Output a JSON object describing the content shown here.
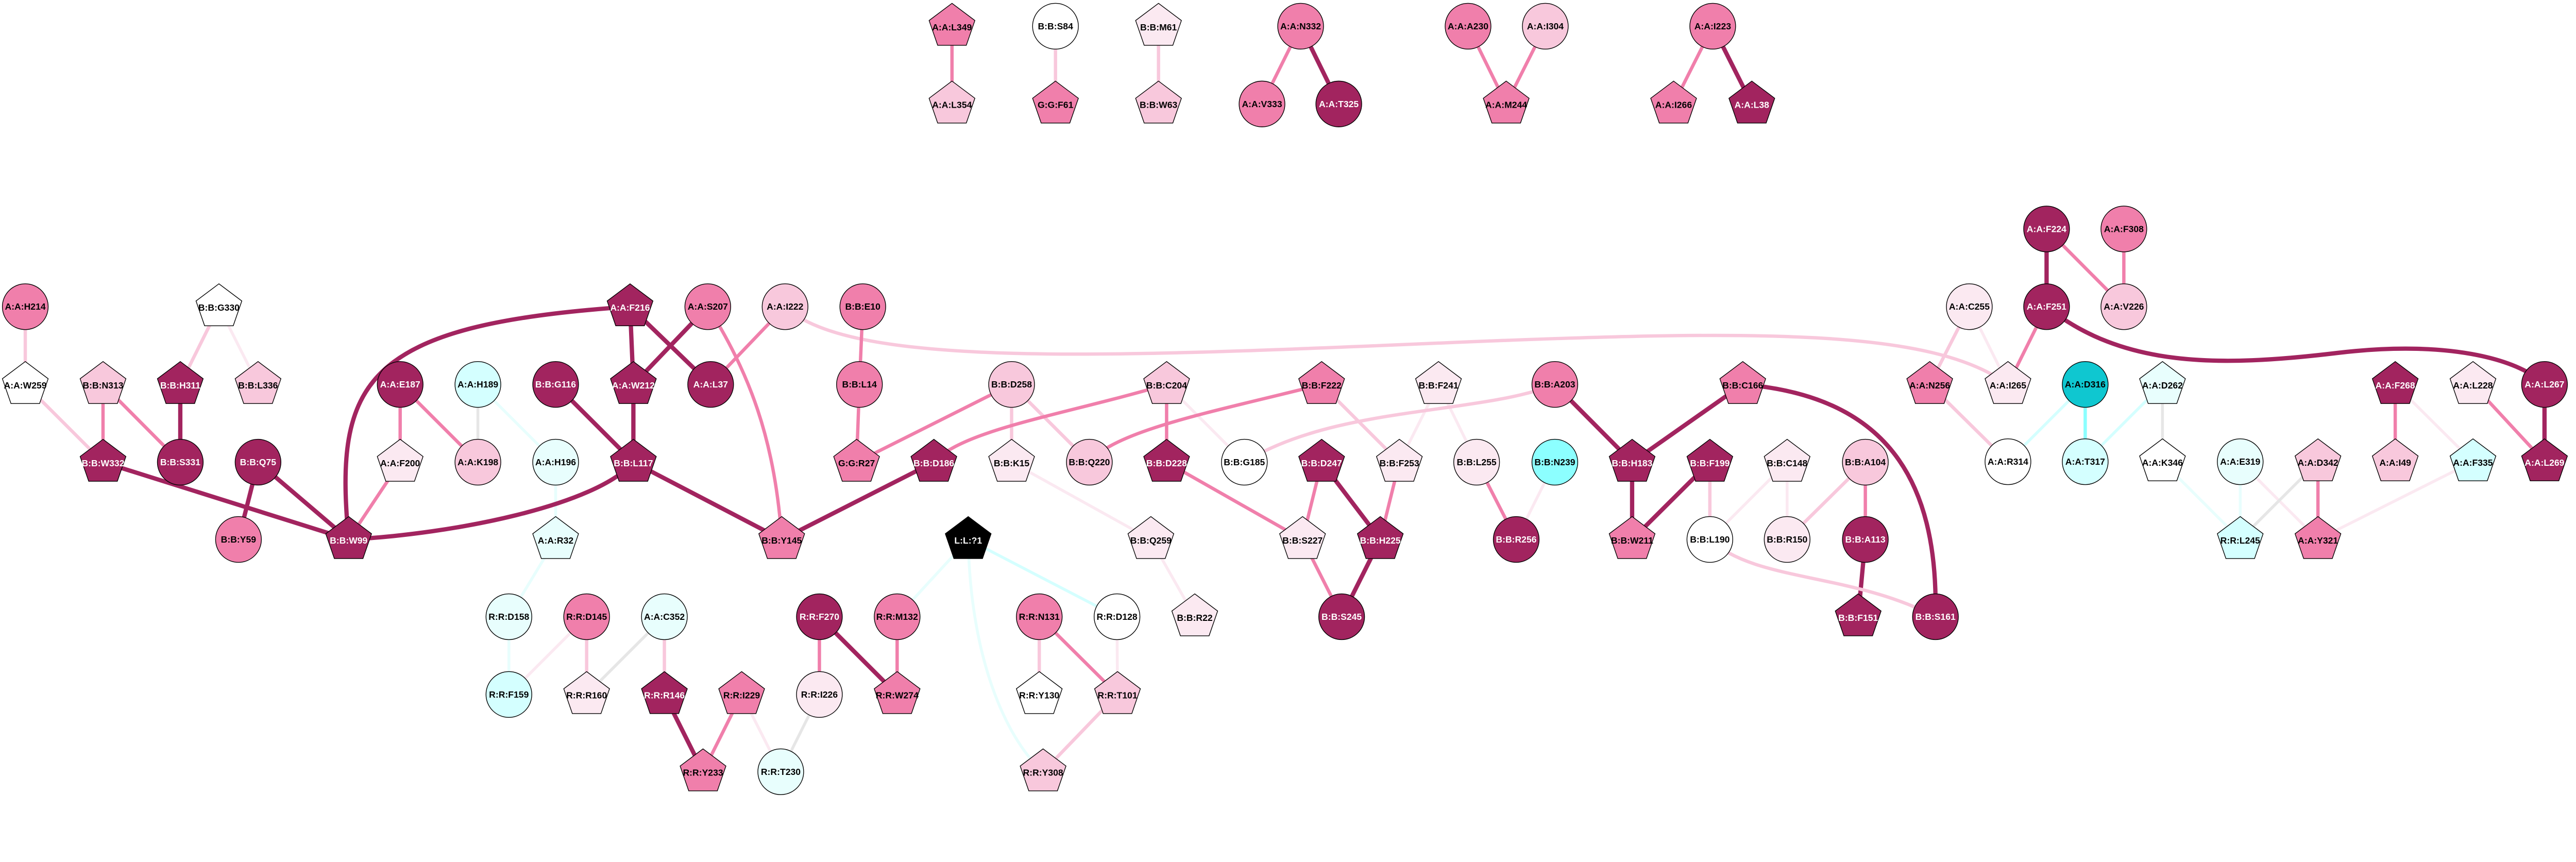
{
  "palette": {
    "D": "#a2245f",
    "P": "#f07fab",
    "L": "#f8c8dc",
    "V": "#fbe9f1",
    "W": "#ffffff",
    "C": "#d4ffff",
    "CV": "#e8fefd",
    "CB": "#8cffff",
    "CT": "#0fc7d0",
    "K": "#000000",
    "G": "#e6e6e6"
  },
  "nodes": [
    {
      "label": "A:A:L349",
      "shape": "pentagon",
      "fill": "P"
    },
    {
      "label": "A:A:L354",
      "shape": "pentagon",
      "fill": "L"
    },
    {
      "label": "B:B:S84",
      "shape": "ellipse",
      "fill": "W"
    },
    {
      "label": "G:G:F61",
      "shape": "pentagon",
      "fill": "P"
    },
    {
      "label": "B:B:M61",
      "shape": "pentagon",
      "fill": "V"
    },
    {
      "label": "B:B:W63",
      "shape": "pentagon",
      "fill": "L"
    },
    {
      "label": "A:A:N332",
      "shape": "ellipse",
      "fill": "P"
    },
    {
      "label": "A:A:V333",
      "shape": "ellipse",
      "fill": "P"
    },
    {
      "label": "A:A:T325",
      "shape": "ellipse",
      "fill": "D"
    },
    {
      "label": "A:A:A230",
      "shape": "ellipse",
      "fill": "P"
    },
    {
      "label": "A:A:I304",
      "shape": "ellipse",
      "fill": "L"
    },
    {
      "label": "A:A:M244",
      "shape": "pentagon",
      "fill": "P"
    },
    {
      "label": "A:A:I223",
      "shape": "ellipse",
      "fill": "P"
    },
    {
      "label": "A:A:I266",
      "shape": "pentagon",
      "fill": "P"
    },
    {
      "label": "A:A:L38",
      "shape": "pentagon",
      "fill": "D"
    },
    {
      "label": "A:A:H214",
      "shape": "ellipse",
      "fill": "P"
    },
    {
      "label": "A:A:W259",
      "shape": "pentagon",
      "fill": "W"
    },
    {
      "label": "B:B:G330",
      "shape": "pentagon",
      "fill": "W"
    },
    {
      "label": "B:B:N313",
      "shape": "pentagon",
      "fill": "L"
    },
    {
      "label": "B:B:H311",
      "shape": "pentagon",
      "fill": "D"
    },
    {
      "label": "B:B:L336",
      "shape": "pentagon",
      "fill": "L"
    },
    {
      "label": "B:B:W332",
      "shape": "pentagon",
      "fill": "D"
    },
    {
      "label": "B:B:S331",
      "shape": "ellipse",
      "fill": "D"
    },
    {
      "label": "B:B:Q75",
      "shape": "ellipse",
      "fill": "D"
    },
    {
      "label": "B:B:Y59",
      "shape": "ellipse",
      "fill": "P"
    },
    {
      "label": "B:B:W99",
      "shape": "pentagon",
      "fill": "D"
    },
    {
      "label": "A:A:E187",
      "shape": "ellipse",
      "fill": "D"
    },
    {
      "label": "A:A:F200",
      "shape": "pentagon",
      "fill": "V"
    },
    {
      "label": "A:A:H189",
      "shape": "ellipse",
      "fill": "C"
    },
    {
      "label": "A:A:K198",
      "shape": "ellipse",
      "fill": "L"
    },
    {
      "label": "B:B:G116",
      "shape": "ellipse",
      "fill": "D"
    },
    {
      "label": "A:A:H196",
      "shape": "ellipse",
      "fill": "CV"
    },
    {
      "label": "A:A:R32",
      "shape": "pentagon",
      "fill": "CV"
    },
    {
      "label": "A:A:F216",
      "shape": "pentagon",
      "fill": "D"
    },
    {
      "label": "A:A:W212",
      "shape": "pentagon",
      "fill": "D"
    },
    {
      "label": "B:B:L117",
      "shape": "pentagon",
      "fill": "D"
    },
    {
      "label": "A:A:S207",
      "shape": "ellipse",
      "fill": "P"
    },
    {
      "label": "A:A:L37",
      "shape": "ellipse",
      "fill": "D"
    },
    {
      "label": "A:A:I222",
      "shape": "ellipse",
      "fill": "L"
    },
    {
      "label": "B:B:Y145",
      "shape": "pentagon",
      "fill": "P"
    },
    {
      "label": "B:B:E10",
      "shape": "ellipse",
      "fill": "P"
    },
    {
      "label": "B:B:L14",
      "shape": "ellipse",
      "fill": "P"
    },
    {
      "label": "G:G:R27",
      "shape": "pentagon",
      "fill": "P"
    },
    {
      "label": "B:B:D186",
      "shape": "pentagon",
      "fill": "D"
    },
    {
      "label": "B:B:D258",
      "shape": "ellipse",
      "fill": "L"
    },
    {
      "label": "B:B:K15",
      "shape": "pentagon",
      "fill": "V"
    },
    {
      "label": "B:B:Q220",
      "shape": "ellipse",
      "fill": "L"
    },
    {
      "label": "B:B:C204",
      "shape": "pentagon",
      "fill": "L"
    },
    {
      "label": "B:B:D228",
      "shape": "pentagon",
      "fill": "D"
    },
    {
      "label": "B:B:G185",
      "shape": "ellipse",
      "fill": "W"
    },
    {
      "label": "B:B:F222",
      "shape": "pentagon",
      "fill": "P"
    },
    {
      "label": "B:B:D247",
      "shape": "pentagon",
      "fill": "D"
    },
    {
      "label": "B:B:F241",
      "shape": "pentagon",
      "fill": "V"
    },
    {
      "label": "B:B:F253",
      "shape": "pentagon",
      "fill": "V"
    },
    {
      "label": "B:B:L255",
      "shape": "ellipse",
      "fill": "V"
    },
    {
      "label": "B:B:A203",
      "shape": "ellipse",
      "fill": "P"
    },
    {
      "label": "B:B:N239",
      "shape": "ellipse",
      "fill": "CB"
    },
    {
      "label": "B:B:C166",
      "shape": "pentagon",
      "fill": "P"
    },
    {
      "label": "B:B:H183",
      "shape": "pentagon",
      "fill": "D"
    },
    {
      "label": "B:B:F199",
      "shape": "pentagon",
      "fill": "D"
    },
    {
      "label": "B:B:C148",
      "shape": "pentagon",
      "fill": "V"
    },
    {
      "label": "B:B:A104",
      "shape": "ellipse",
      "fill": "L"
    },
    {
      "label": "L:L:?1",
      "shape": "pentagon",
      "fill": "K"
    },
    {
      "label": "B:B:Q259",
      "shape": "pentagon",
      "fill": "V"
    },
    {
      "label": "B:B:S227",
      "shape": "pentagon",
      "fill": "V"
    },
    {
      "label": "B:B:H225",
      "shape": "pentagon",
      "fill": "D"
    },
    {
      "label": "B:B:R256",
      "shape": "ellipse",
      "fill": "D"
    },
    {
      "label": "B:B:W211",
      "shape": "pentagon",
      "fill": "P"
    },
    {
      "label": "B:B:L190",
      "shape": "ellipse",
      "fill": "W"
    },
    {
      "label": "B:B:R150",
      "shape": "ellipse",
      "fill": "V"
    },
    {
      "label": "B:B:A113",
      "shape": "ellipse",
      "fill": "D"
    },
    {
      "label": "B:B:S245",
      "shape": "ellipse",
      "fill": "D"
    },
    {
      "label": "B:B:F151",
      "shape": "pentagon",
      "fill": "D"
    },
    {
      "label": "B:B:S161",
      "shape": "ellipse",
      "fill": "D"
    },
    {
      "label": "R:R:D158",
      "shape": "ellipse",
      "fill": "CV"
    },
    {
      "label": "R:R:D145",
      "shape": "ellipse",
      "fill": "P"
    },
    {
      "label": "A:A:C352",
      "shape": "ellipse",
      "fill": "CV"
    },
    {
      "label": "R:R:F270",
      "shape": "ellipse",
      "fill": "D"
    },
    {
      "label": "R:R:M132",
      "shape": "ellipse",
      "fill": "P"
    },
    {
      "label": "R:R:N131",
      "shape": "ellipse",
      "fill": "P"
    },
    {
      "label": "R:R:D128",
      "shape": "ellipse",
      "fill": "W"
    },
    {
      "label": "B:B:R22",
      "shape": "pentagon",
      "fill": "V"
    },
    {
      "label": "R:R:F159",
      "shape": "ellipse",
      "fill": "C"
    },
    {
      "label": "R:R:R160",
      "shape": "pentagon",
      "fill": "V"
    },
    {
      "label": "R:R:R146",
      "shape": "pentagon",
      "fill": "D"
    },
    {
      "label": "R:R:I229",
      "shape": "pentagon",
      "fill": "P"
    },
    {
      "label": "R:R:I226",
      "shape": "ellipse",
      "fill": "V"
    },
    {
      "label": "R:R:W274",
      "shape": "pentagon",
      "fill": "P"
    },
    {
      "label": "R:R:Y130",
      "shape": "pentagon",
      "fill": "W"
    },
    {
      "label": "R:R:T101",
      "shape": "pentagon",
      "fill": "L"
    },
    {
      "label": "R:R:Y233",
      "shape": "pentagon",
      "fill": "P"
    },
    {
      "label": "R:R:T230",
      "shape": "ellipse",
      "fill": "CV"
    },
    {
      "label": "R:R:Y308",
      "shape": "pentagon",
      "fill": "L"
    },
    {
      "label": "A:A:F224",
      "shape": "ellipse",
      "fill": "D"
    },
    {
      "label": "A:A:F308",
      "shape": "ellipse",
      "fill": "P"
    },
    {
      "label": "A:A:C255",
      "shape": "ellipse",
      "fill": "V"
    },
    {
      "label": "A:A:F251",
      "shape": "ellipse",
      "fill": "D"
    },
    {
      "label": "A:A:V226",
      "shape": "ellipse",
      "fill": "L"
    },
    {
      "label": "A:A:N256",
      "shape": "pentagon",
      "fill": "P"
    },
    {
      "label": "A:A:I265",
      "shape": "pentagon",
      "fill": "V"
    },
    {
      "label": "A:A:D316",
      "shape": "ellipse",
      "fill": "CT"
    },
    {
      "label": "A:A:D262",
      "shape": "pentagon",
      "fill": "CV"
    },
    {
      "label": "A:A:F268",
      "shape": "pentagon",
      "fill": "D"
    },
    {
      "label": "A:A:L228",
      "shape": "pentagon",
      "fill": "V"
    },
    {
      "label": "A:A:L267",
      "shape": "ellipse",
      "fill": "D"
    },
    {
      "label": "A:A:R314",
      "shape": "ellipse",
      "fill": "W"
    },
    {
      "label": "A:A:T317",
      "shape": "ellipse",
      "fill": "C"
    },
    {
      "label": "A:A:K346",
      "shape": "pentagon",
      "fill": "W"
    },
    {
      "label": "A:A:E319",
      "shape": "ellipse",
      "fill": "CV"
    },
    {
      "label": "A:A:D342",
      "shape": "pentagon",
      "fill": "L"
    },
    {
      "label": "A:A:I49",
      "shape": "pentagon",
      "fill": "L"
    },
    {
      "label": "A:A:F335",
      "shape": "pentagon",
      "fill": "C"
    },
    {
      "label": "A:A:L269",
      "shape": "pentagon",
      "fill": "D"
    },
    {
      "label": "R:R:L245",
      "shape": "pentagon",
      "fill": "C"
    },
    {
      "label": "A:A:Y321",
      "shape": "pentagon",
      "fill": "P"
    }
  ],
  "edges": [
    [
      "A:A:L349",
      "A:A:L354",
      "P"
    ],
    [
      "B:B:S84",
      "G:G:F61",
      "L"
    ],
    [
      "B:B:M61",
      "B:B:W63",
      "L"
    ],
    [
      "A:A:N332",
      "A:A:V333",
      "P"
    ],
    [
      "A:A:N332",
      "A:A:T325",
      "D"
    ],
    [
      "A:A:A230",
      "A:A:M244",
      "P"
    ],
    [
      "A:A:I304",
      "A:A:M244",
      "P"
    ],
    [
      "A:A:I223",
      "A:A:I266",
      "P"
    ],
    [
      "A:A:I223",
      "A:A:L38",
      "D"
    ],
    [
      "A:A:H214",
      "A:A:W259",
      "L"
    ],
    [
      "B:B:G330",
      "B:B:H311",
      "L"
    ],
    [
      "B:B:G330",
      "B:B:L336",
      "V"
    ],
    [
      "B:B:N313",
      "B:B:W332",
      "P"
    ],
    [
      "B:B:N313",
      "B:B:S331",
      "P"
    ],
    [
      "B:B:H311",
      "B:B:S331",
      "D"
    ],
    [
      "A:A:W259",
      "B:B:W332",
      "L"
    ],
    [
      "B:B:W332",
      "B:B:W99",
      "D"
    ],
    [
      "B:B:Q75",
      "B:B:Y59",
      "D"
    ],
    [
      "B:B:Q75",
      "B:B:W99",
      "D"
    ],
    [
      "A:A:E187",
      "A:A:F200",
      "P"
    ],
    [
      "A:A:E187",
      "A:A:K198",
      "P"
    ],
    [
      "A:A:F200",
      "B:B:W99",
      "P"
    ],
    [
      "A:A:H189",
      "A:A:K198",
      "G"
    ],
    [
      "A:A:H189",
      "A:A:H196",
      "CV"
    ],
    [
      "B:B:G116",
      "B:B:L117",
      "D"
    ],
    [
      "A:A:H196",
      "A:A:R32",
      "CV"
    ],
    [
      "A:A:F216",
      "A:A:W212",
      "D"
    ],
    [
      "A:A:F216",
      "A:A:L37",
      "D"
    ],
    [
      "A:A:S207",
      "A:A:W212",
      "D"
    ],
    [
      "A:A:I222",
      "A:A:L37",
      "P"
    ],
    [
      "A:A:W212",
      "B:B:L117",
      "D"
    ],
    [
      "A:A:F216",
      "B:B:W99",
      "D"
    ],
    [
      "B:B:L117",
      "B:B:W99",
      "D"
    ],
    [
      "B:B:L117",
      "B:B:Y145",
      "D"
    ],
    [
      "A:A:S207",
      "B:B:Y145",
      "P"
    ],
    [
      "A:A:I222",
      "A:A:I265",
      "L"
    ],
    [
      "B:B:E10",
      "B:B:L14",
      "P"
    ],
    [
      "B:B:L14",
      "G:G:R27",
      "P"
    ],
    [
      "B:B:D258",
      "G:G:R27",
      "P"
    ],
    [
      "B:B:D258",
      "B:B:K15",
      "L"
    ],
    [
      "B:B:D258",
      "B:B:Q220",
      "L"
    ],
    [
      "B:B:C204",
      "B:B:D186",
      "P"
    ],
    [
      "B:B:C204",
      "B:B:D228",
      "P"
    ],
    [
      "B:B:C204",
      "B:B:G185",
      "V"
    ],
    [
      "B:B:D186",
      "B:B:Y145",
      "D"
    ],
    [
      "B:B:F222",
      "B:B:Q220",
      "P"
    ],
    [
      "B:B:F222",
      "B:B:F253",
      "L"
    ],
    [
      "B:B:F241",
      "B:B:F253",
      "V"
    ],
    [
      "B:B:F241",
      "B:B:L255",
      "V"
    ],
    [
      "B:B:A203",
      "B:B:G185",
      "L"
    ],
    [
      "B:B:A203",
      "B:B:H183",
      "D"
    ],
    [
      "B:B:C166",
      "B:B:H183",
      "D"
    ],
    [
      "B:B:C166",
      "B:B:S161",
      "D"
    ],
    [
      "B:B:K15",
      "B:B:Q259",
      "V"
    ],
    [
      "B:B:Q259",
      "B:B:R22",
      "V"
    ],
    [
      "B:B:D228",
      "B:B:S227",
      "P"
    ],
    [
      "B:B:D247",
      "B:B:S227",
      "P"
    ],
    [
      "B:B:D247",
      "B:B:H225",
      "D"
    ],
    [
      "B:B:F253",
      "B:B:H225",
      "P"
    ],
    [
      "B:B:S227",
      "B:B:S245",
      "P"
    ],
    [
      "B:B:H225",
      "B:B:S245",
      "D"
    ],
    [
      "B:B:L255",
      "B:B:R256",
      "P"
    ],
    [
      "B:B:N239",
      "B:B:R256",
      "V"
    ],
    [
      "B:B:H183",
      "B:B:W211",
      "D"
    ],
    [
      "B:B:F199",
      "B:B:W211",
      "D"
    ],
    [
      "B:B:F199",
      "B:B:L190",
      "L"
    ],
    [
      "B:B:C148",
      "B:B:L190",
      "V"
    ],
    [
      "B:B:C148",
      "B:B:R150",
      "V"
    ],
    [
      "B:B:A104",
      "B:B:R150",
      "L"
    ],
    [
      "B:B:A104",
      "B:B:A113",
      "P"
    ],
    [
      "B:B:A113",
      "B:B:F151",
      "D"
    ],
    [
      "B:B:L190",
      "B:B:S161",
      "L"
    ],
    [
      "A:A:R32",
      "R:R:D158",
      "CV"
    ],
    [
      "R:R:D158",
      "R:R:F159",
      "CV"
    ],
    [
      "R:R:D145",
      "R:R:F159",
      "V"
    ],
    [
      "R:R:D145",
      "R:R:R160",
      "L"
    ],
    [
      "A:A:C352",
      "R:R:R160",
      "G"
    ],
    [
      "A:A:C352",
      "R:R:R146",
      "L"
    ],
    [
      "R:R:R146",
      "R:R:Y233",
      "D"
    ],
    [
      "R:R:I229",
      "R:R:Y233",
      "P"
    ],
    [
      "R:R:I229",
      "R:R:T230",
      "V"
    ],
    [
      "R:R:I226",
      "R:R:T230",
      "G"
    ],
    [
      "R:R:F270",
      "R:R:I226",
      "P"
    ],
    [
      "R:R:F270",
      "R:R:W274",
      "D"
    ],
    [
      "R:R:M132",
      "R:R:W274",
      "P"
    ],
    [
      "L:L:?1",
      "R:R:M132",
      "CV"
    ],
    [
      "L:L:?1",
      "R:R:D128",
      "C"
    ],
    [
      "L:L:?1",
      "R:R:Y308",
      "CV"
    ],
    [
      "R:R:N131",
      "R:R:Y130",
      "L"
    ],
    [
      "R:R:N131",
      "R:R:T101",
      "P"
    ],
    [
      "R:R:D128",
      "R:R:T101",
      "V"
    ],
    [
      "R:R:T101",
      "R:R:Y308",
      "L"
    ],
    [
      "A:A:F224",
      "A:A:F251",
      "D"
    ],
    [
      "A:A:F224",
      "A:A:V226",
      "P"
    ],
    [
      "A:A:F308",
      "A:A:V226",
      "P"
    ],
    [
      "A:A:F251",
      "A:A:I265",
      "P"
    ],
    [
      "A:A:F251",
      "A:A:L267",
      "D"
    ],
    [
      "A:A:C255",
      "A:A:I265",
      "V"
    ],
    [
      "A:A:C255",
      "A:A:N256",
      "L"
    ],
    [
      "A:A:N256",
      "A:A:R314",
      "L"
    ],
    [
      "A:A:D316",
      "A:A:R314",
      "C"
    ],
    [
      "A:A:D316",
      "A:A:T317",
      "CB"
    ],
    [
      "A:A:D262",
      "A:A:T317",
      "C"
    ],
    [
      "A:A:D262",
      "A:A:K346",
      "G"
    ],
    [
      "A:A:K346",
      "R:R:L245",
      "CV"
    ],
    [
      "A:A:E319",
      "R:R:L245",
      "CV"
    ],
    [
      "A:A:E319",
      "A:A:Y321",
      "V"
    ],
    [
      "A:A:D342",
      "R:R:L245",
      "G"
    ],
    [
      "A:A:D342",
      "A:A:Y321",
      "P"
    ],
    [
      "A:A:F335",
      "A:A:Y321",
      "V"
    ],
    [
      "A:A:F268",
      "A:A:I49",
      "P"
    ],
    [
      "A:A:F268",
      "A:A:F335",
      "V"
    ],
    [
      "A:A:L228",
      "A:A:L269",
      "P"
    ],
    [
      "A:A:L267",
      "A:A:L269",
      "D"
    ]
  ]
}
